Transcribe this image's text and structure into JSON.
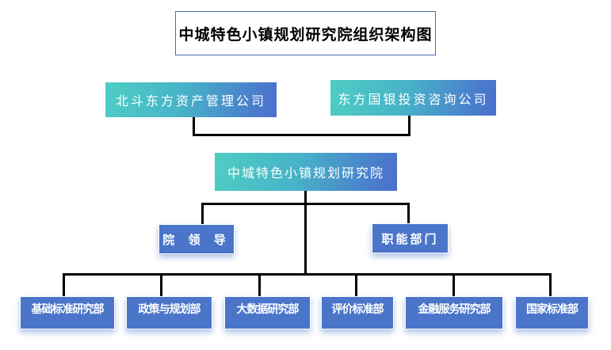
{
  "title": "中城特色小镇规划研究院组织架构图",
  "parents": [
    {
      "label": "北斗东方资产管理公司"
    },
    {
      "label": "东方国银投资咨询公司"
    }
  ],
  "institute": {
    "label": "中城特色小镇规划研究院"
  },
  "level2": [
    {
      "label": "院 领 导"
    },
    {
      "label": "职能部门"
    }
  ],
  "departments": [
    {
      "label": "基础标准研究部"
    },
    {
      "label": "政策与规划部"
    },
    {
      "label": "大数据研究部"
    },
    {
      "label": "评价标准部"
    },
    {
      "label": "金融服务研究部"
    },
    {
      "label": "国家标准部"
    }
  ],
  "colors": {
    "gradient_start": "#4ecdc4",
    "gradient_end": "#4b6fce",
    "dept_blue": "#4a75c9",
    "title_border": "#4a6fb6",
    "connector": "#000000"
  }
}
